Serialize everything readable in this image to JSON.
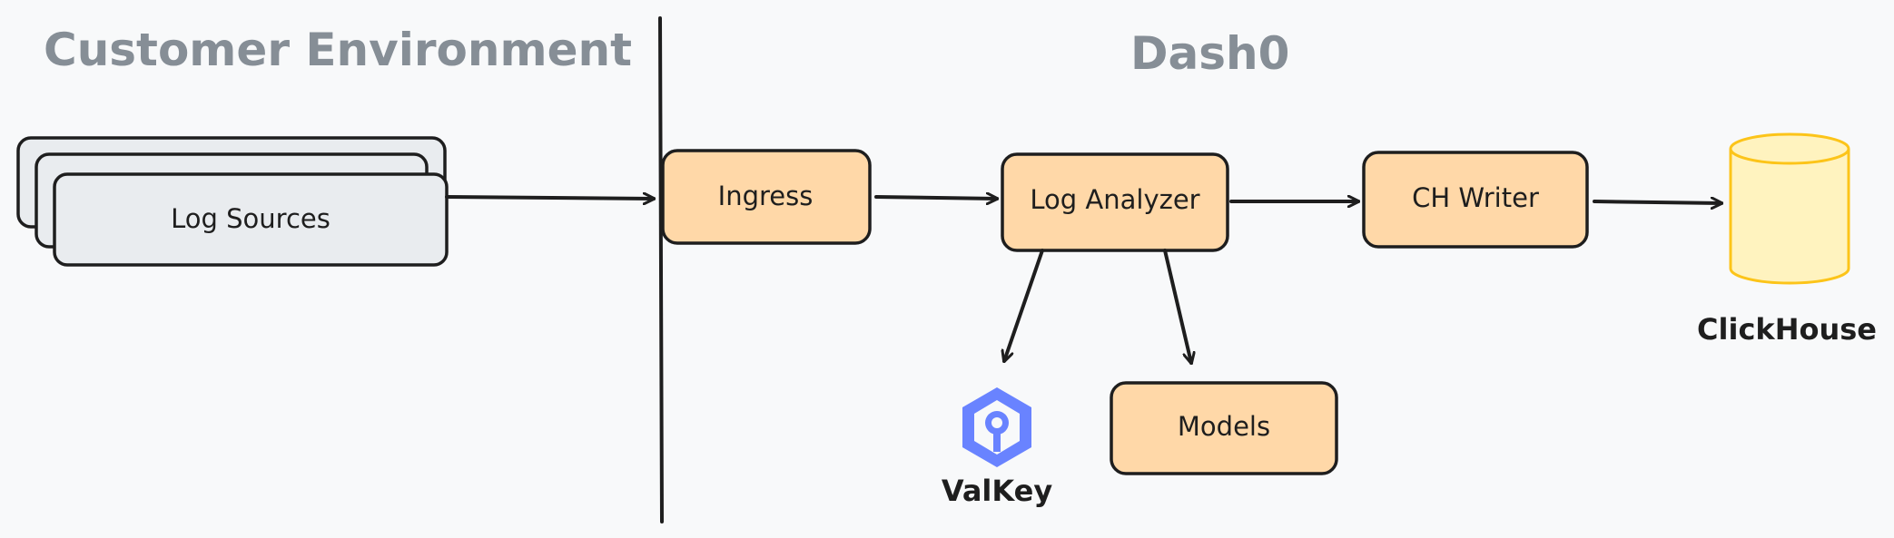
{
  "sections": {
    "customer_title": "Customer Environment",
    "dash0_title": "Dash0"
  },
  "nodes": {
    "log_sources": "Log Sources",
    "ingress": "Ingress",
    "log_analyzer": "Log Analyzer",
    "ch_writer": "CH Writer",
    "models": "Models",
    "valkey": "ValKey",
    "clickhouse": "ClickHouse"
  },
  "icons": {
    "valkey": "valkey-logo-icon",
    "clickhouse": "database-cylinder-icon"
  },
  "colors": {
    "service_fill": "#ffd8a8",
    "source_fill": "#e9ecef",
    "database_fill": "#fff3bf",
    "database_stroke": "#fcc419",
    "valkey_logo": "#6983ff",
    "section_title": "#868e96"
  }
}
